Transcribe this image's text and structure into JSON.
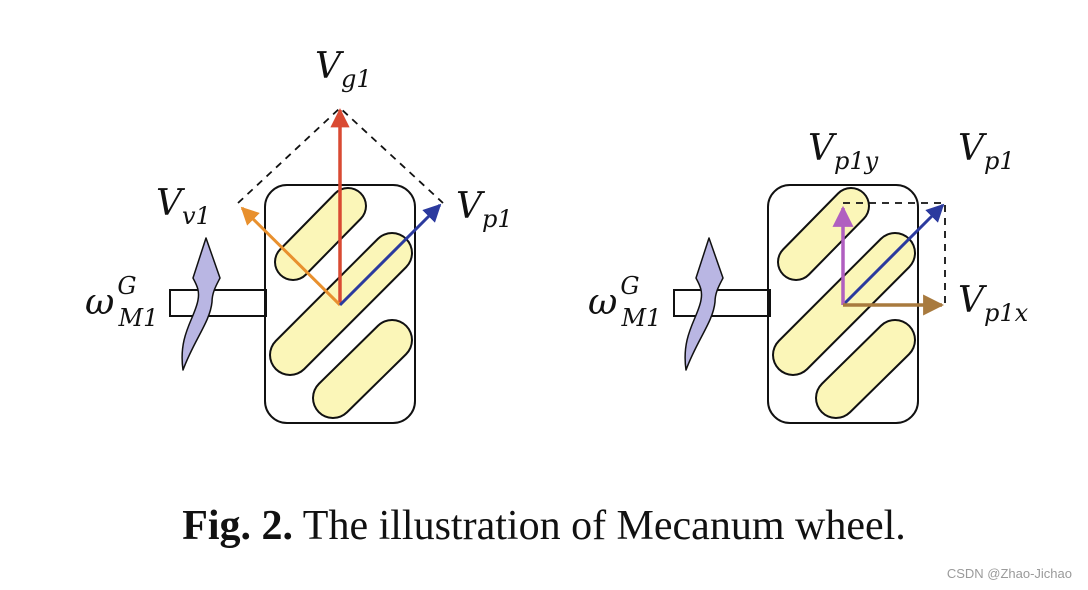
{
  "labels": {
    "left": {
      "vg": {
        "base": "V",
        "sub": "g1"
      },
      "vv": {
        "base": "V",
        "sub": "v1"
      },
      "vp": {
        "base": "V",
        "sub": "p1"
      },
      "omega": {
        "base": "ω",
        "sup": "G",
        "sub": "M1"
      }
    },
    "right": {
      "vp1y": {
        "base": "V",
        "sub": "p1y"
      },
      "vp": {
        "base": "V",
        "sub": "p1"
      },
      "vp1x": {
        "base": "V",
        "sub": "p1x"
      },
      "omega": {
        "base": "ω",
        "sup": "G",
        "sub": "M1"
      }
    }
  },
  "caption": {
    "prefix": "Fig. 2.",
    "text": " The illustration of Mecanum wheel."
  },
  "watermark": "CSDN @Zhao-Jichao",
  "colors": {
    "vg_arrow": "#d94a32",
    "vv_arrow": "#e8902e",
    "vp_arrow": "#2b3a9e",
    "vp1y_arrow": "#b05fc0",
    "vp1x_arrow": "#a87a3e",
    "roller_fill": "#fbf6b8",
    "rotation_arrow": "#b9b6e3"
  }
}
